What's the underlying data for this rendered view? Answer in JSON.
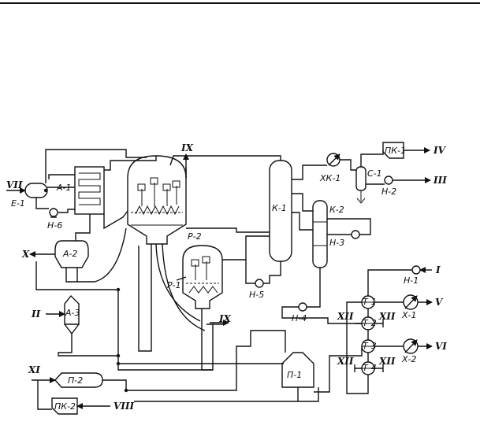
{
  "streams": {
    "I": "I",
    "II": "II",
    "III": "III",
    "IV": "IV",
    "V": "V",
    "VI": "VI",
    "VII": "VII",
    "VIII": "VIII",
    "IX_top": "IX",
    "IX_mid": "IX",
    "X": "X",
    "XI": "XI",
    "XII_1": "XII",
    "XII_2": "XII",
    "XII_3": "XII",
    "XII_4": "XII"
  },
  "equipment": {
    "E1": "Е-1",
    "A1": "А-1",
    "A2": "А-2",
    "A3": "А-3",
    "H6": "Н-6",
    "H5": "Н-5",
    "H4": "Н-4",
    "H3": "Н-3",
    "H2": "Н-2",
    "H1": "Н-1",
    "P2": "Р-2",
    "P1": "Р-1",
    "K1": "К-1",
    "K2": "К-2",
    "XK1": "ХК-1",
    "C1": "С-1",
    "PK1": "ПК-1",
    "PK2": "ПК-2",
    "P_2": "П-2",
    "P_1": "П-1",
    "T1": "Т-1",
    "T2": "Т-2",
    "T3": "Т-3",
    "T4": "Т-4",
    "X1": "Х-1",
    "X2": "Х-2"
  }
}
